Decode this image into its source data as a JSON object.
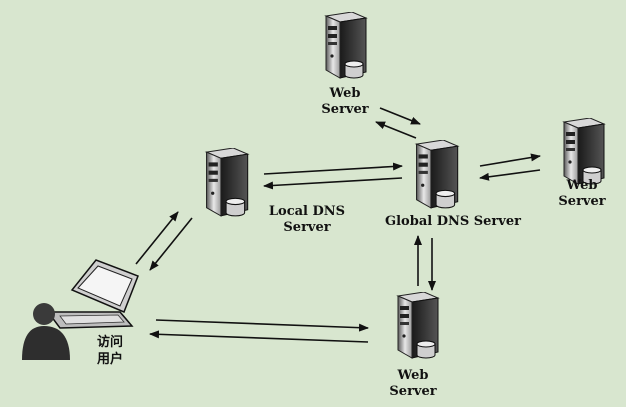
{
  "diagram": {
    "nodes": {
      "web_top": {
        "label_lines": [
          "Web",
          "Server"
        ],
        "icon": "server-icon"
      },
      "local_dns": {
        "label_lines": [
          "Local DNS",
          "Server"
        ],
        "icon": "server-icon"
      },
      "global_dns": {
        "label_lines": [
          "Global DNS Server"
        ],
        "icon": "server-icon"
      },
      "web_right": {
        "label_lines": [
          "Web",
          "Server"
        ],
        "icon": "server-icon"
      },
      "web_bottom": {
        "label_lines": [
          "Web",
          "Server"
        ],
        "icon": "server-icon"
      },
      "user": {
        "label_lines": [
          "访问",
          "用户"
        ],
        "icon": "user-laptop-icon"
      }
    },
    "edges": [
      {
        "from": "user",
        "to": "local_dns",
        "direction": "bidirectional"
      },
      {
        "from": "local_dns",
        "to": "global_dns",
        "direction": "bidirectional"
      },
      {
        "from": "global_dns",
        "to": "web_top",
        "direction": "bidirectional"
      },
      {
        "from": "global_dns",
        "to": "web_right",
        "direction": "bidirectional"
      },
      {
        "from": "global_dns",
        "to": "web_bottom",
        "direction": "bidirectional"
      },
      {
        "from": "user",
        "to": "web_bottom",
        "direction": "bidirectional"
      }
    ],
    "colors": {
      "background": "#d8e6cf",
      "server_light": "#f2f2f2",
      "server_dark": "#2a2a2a",
      "arrow": "#111111"
    }
  }
}
